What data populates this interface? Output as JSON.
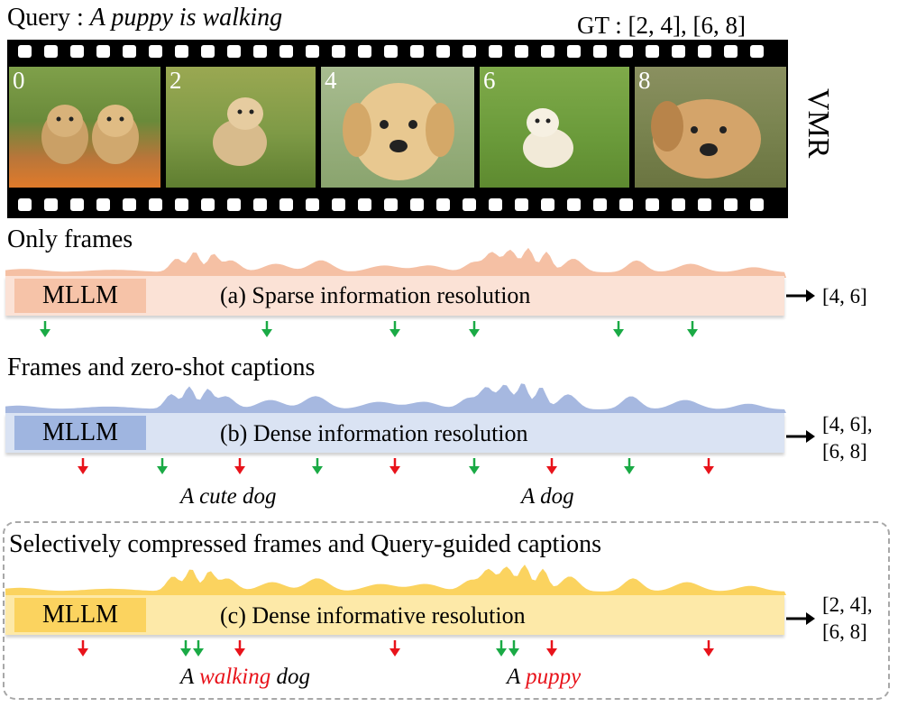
{
  "query": {
    "prefix": "Query : ",
    "text": "A puppy is walking"
  },
  "ground_truth": "GT : [2, 4], [6, 8]",
  "strip_label": "VMR",
  "frames": [
    {
      "label": "0",
      "color": "#6f8a3a"
    },
    {
      "label": "2",
      "color": "#8a9a4a"
    },
    {
      "label": "4",
      "color": "#9bb07a"
    },
    {
      "label": "6",
      "color": "#6a9a3a"
    },
    {
      "label": "8",
      "color": "#9a7a4a"
    }
  ],
  "sections": [
    {
      "id": "a",
      "title": "Only frames",
      "model": "MLLM",
      "description": "(a) Sparse information resolution",
      "output_lines": [
        "[4, 6]"
      ],
      "bar_color": "#fbe2d6",
      "model_color": "#f6c3a8",
      "wave_color": "#f5c0a4"
    },
    {
      "id": "b",
      "title": "Frames and zero-shot captions",
      "model": "MLLM",
      "description": "(b) Dense information resolution",
      "output_lines": [
        "[4, 6],",
        "[6, 8]"
      ],
      "bar_color": "#dae3f3",
      "model_color": "#9fb5e0",
      "wave_color": "#a6b8e0",
      "captions": [
        {
          "plain": "A cute dog"
        },
        {
          "plain": "A dog"
        }
      ]
    },
    {
      "id": "c",
      "title": "Selectively compressed frames and Query-guided captions",
      "model": "MLLM",
      "description": "(c) Dense informative resolution",
      "output_lines": [
        "[2, 4],",
        "[6, 8]"
      ],
      "bar_color": "#fde9a8",
      "model_color": "#fbd35f",
      "wave_color": "#fbd35f",
      "captions": [
        {
          "pre": "A ",
          "highlight": "walking",
          "post": " dog"
        },
        {
          "pre": "A ",
          "highlight": "puppy",
          "post": ""
        }
      ]
    }
  ],
  "colors": {
    "up_arrow": "#1aaa45",
    "down_arrow": "#e8131b"
  }
}
